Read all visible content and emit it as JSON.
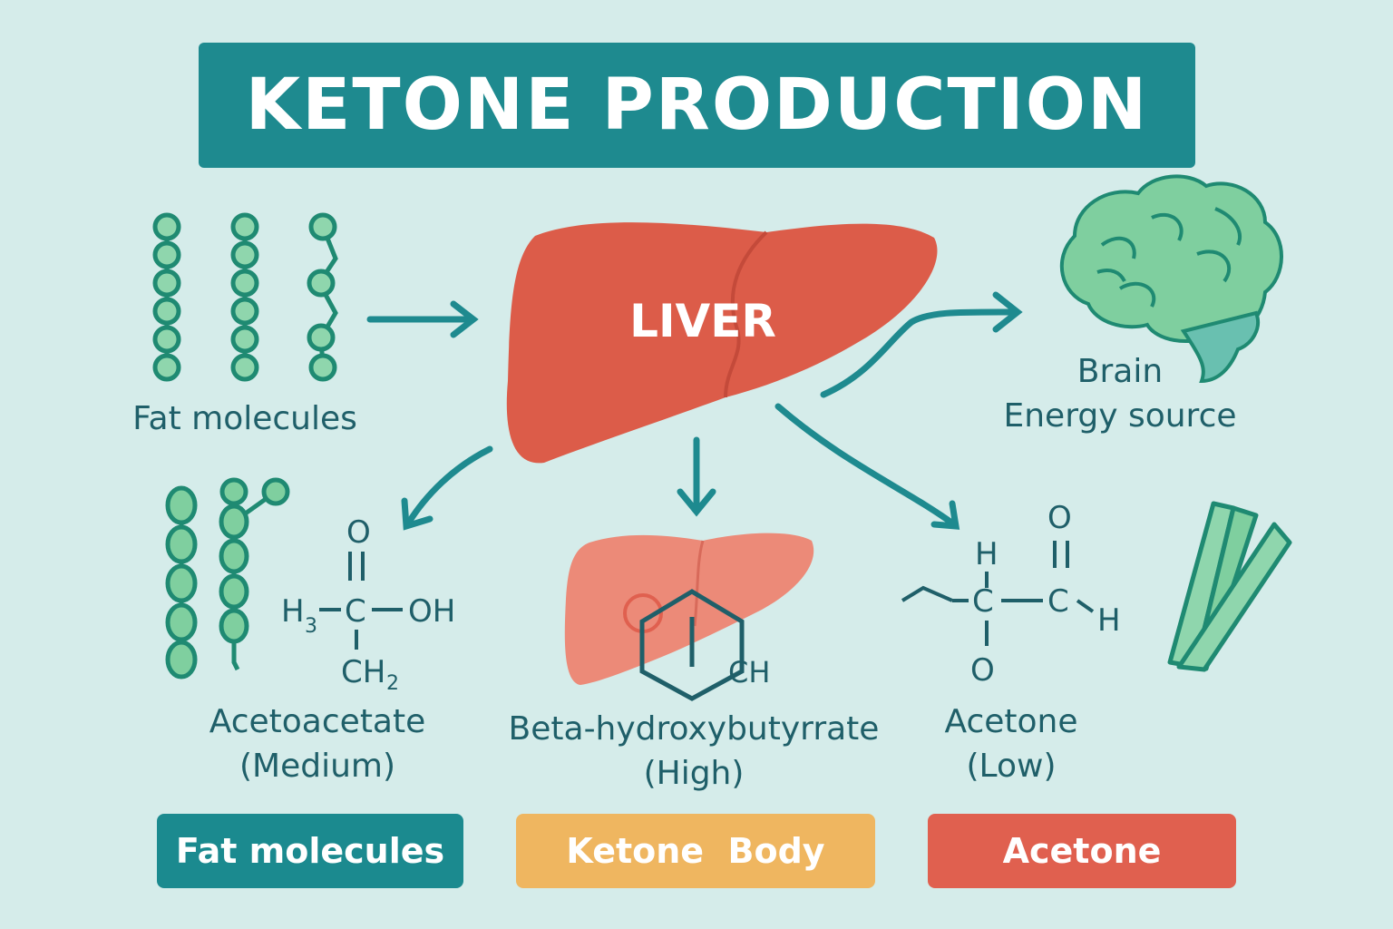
{
  "title": "KETONE PRODUCTION",
  "liver": {
    "label": "LIVER"
  },
  "fat_top": {
    "label": "Fat molecules"
  },
  "brain": {
    "name": "Brain",
    "sub": "Energy source"
  },
  "ketones": [
    {
      "name": "Acetoacetate",
      "level": "(Medium)"
    },
    {
      "name": "Beta-hydroxybutyrrate",
      "level": "(High)"
    },
    {
      "name": "Acetone",
      "level": "(Low)"
    }
  ],
  "legend": [
    {
      "label": "Fat molecules",
      "color": "#1b8a8f"
    },
    {
      "label": "Ketone  Body",
      "color": "#efb660"
    },
    {
      "label": "Acetone",
      "color": "#e0604f"
    }
  ],
  "chem": {
    "acetoacetate": {
      "o": "O",
      "h3": "H",
      "sub3": "3",
      "c": "C",
      "oh": "OH",
      "ch": "CH",
      "sub2": "2"
    },
    "bhb": {
      "ch": "CH"
    },
    "acetone": {
      "h_top": "H",
      "c1": "C",
      "c2": "C",
      "o_top": "O",
      "h_right": "H",
      "o_bottom": "O"
    }
  },
  "colors": {
    "background": "#d5ecea",
    "title_bg": "#1e8a8f",
    "text": "#1f5f69",
    "liver": "#dd5e4b",
    "molecule": "#7fcf9f"
  }
}
